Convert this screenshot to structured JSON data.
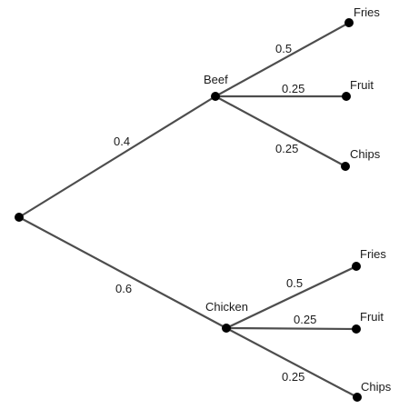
{
  "diagram": {
    "type": "probability-tree",
    "colors": {
      "line": "#4d4d4d",
      "node": "#000000",
      "text": "#1a1a1a"
    },
    "root": {
      "branches": [
        {
          "label": "Beef",
          "probability": "0.4",
          "children": [
            {
              "label": "Fries",
              "probability": "0.5"
            },
            {
              "label": "Fruit",
              "probability": "0.25"
            },
            {
              "label": "Chips",
              "probability": "0.25"
            }
          ]
        },
        {
          "label": "Chicken",
          "probability": "0.6",
          "children": [
            {
              "label": "Fries",
              "probability": "0.5"
            },
            {
              "label": "Fruit",
              "probability": "0.25"
            },
            {
              "label": "Chips",
              "probability": "0.25"
            }
          ]
        }
      ]
    }
  }
}
